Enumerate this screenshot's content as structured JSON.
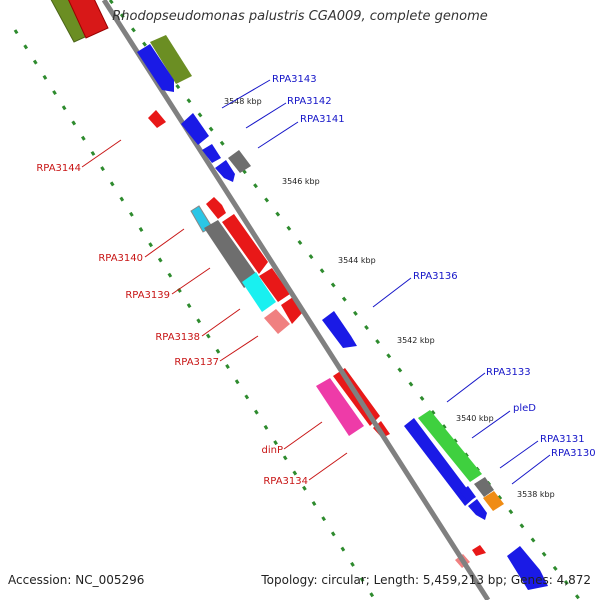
{
  "title": "Rhodopseudomonas palustris CGA009, complete genome",
  "footer": {
    "accession": "Accession: NC_005296",
    "topology": "Topology: circular; Length: 5,459,213 bp; Genes: 4,872"
  },
  "colors": {
    "backbone": "#808080",
    "forward_label": "#1515c8",
    "reverse_label": "#c81515",
    "tick": "#2e8b2e",
    "scale_text": "#222222"
  },
  "scale_labels": [
    "3548 kbp",
    "3546 kbp",
    "3544 kbp",
    "3542 kbp",
    "3540 kbp",
    "3538 kbp"
  ],
  "forward_gene_labels": [
    "RPA3143",
    "RPA3142",
    "RPA3141",
    "RPA3136",
    "RPA3133",
    "pleD",
    "RPA3131",
    "RPA3130"
  ],
  "reverse_gene_labels": [
    "RPA3144",
    "RPA3140",
    "RPA3139",
    "RPA3138",
    "RPA3137",
    "dinP",
    "RPA3134"
  ]
}
